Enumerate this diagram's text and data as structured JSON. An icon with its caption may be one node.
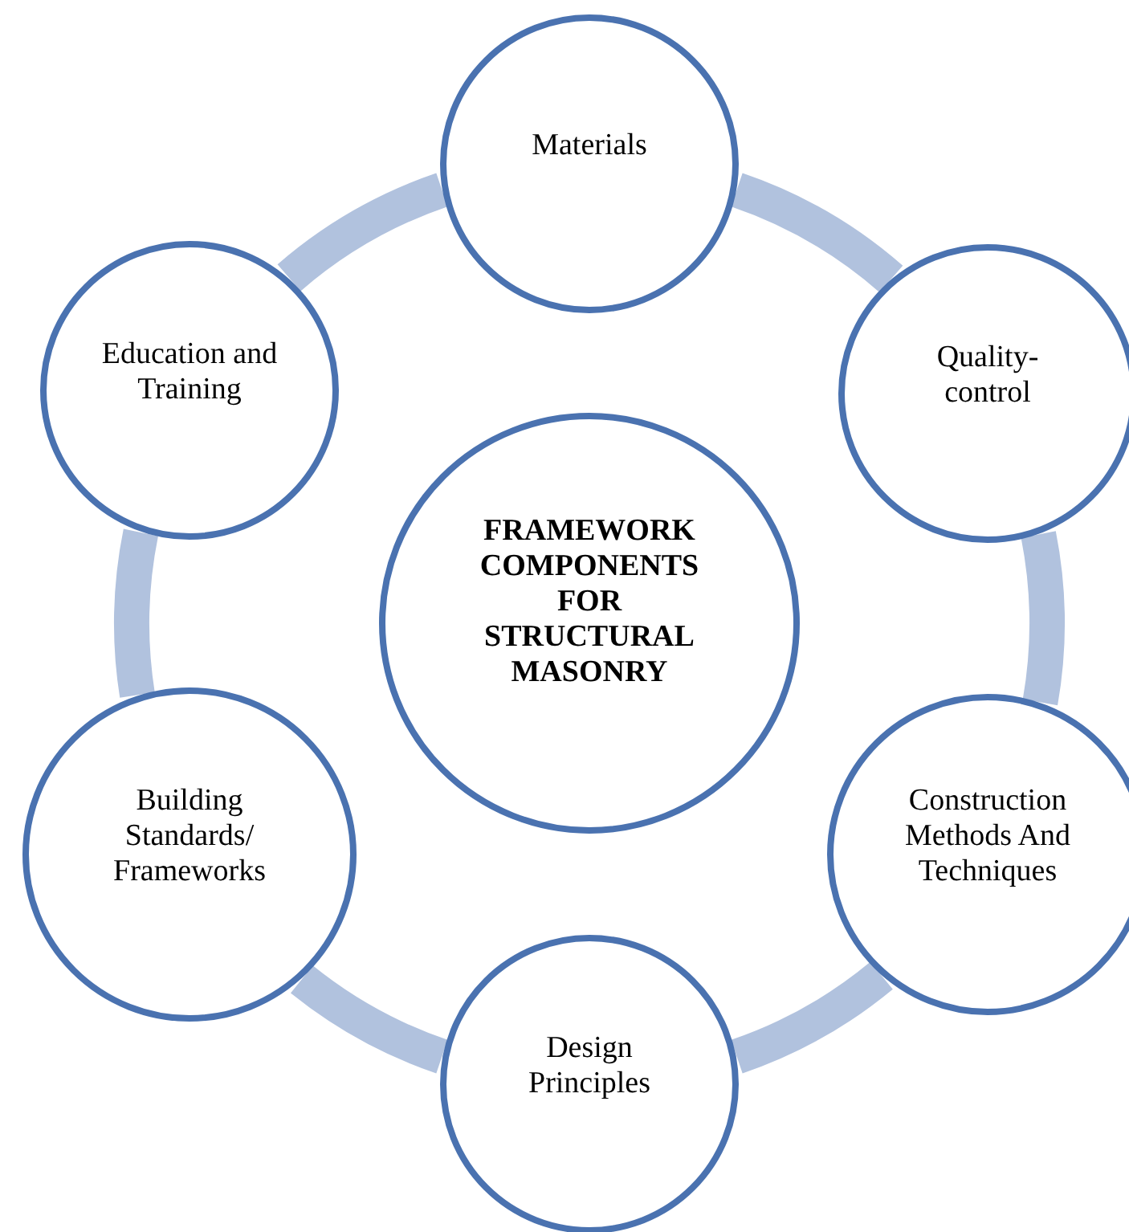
{
  "diagram": {
    "nodes": [
      {
        "text": [
          "Materials"
        ]
      },
      {
        "text": [
          "Education and Training"
        ]
      },
      {
        "text": [
          "Quality- control"
        ]
      },
      {
        "text": [
          "FRAMEWORK COMPONENTS FOR STRUCTURAL MASONRY"
        ]
      },
      {
        "text": [
          "Building Standards/ Frameworks"
        ]
      },
      {
        "text": [
          "Construction Methods And Techniques"
        ]
      },
      {
        "text": [
          "Design Principles"
        ]
      }
    ],
    "edges": [
      {
        "from": 0,
        "to": 2,
        "arrow": "none"
      },
      {
        "from": 2,
        "to": 5,
        "arrow": "none"
      },
      {
        "from": 5,
        "to": 6,
        "arrow": "none"
      },
      {
        "from": 6,
        "to": 4,
        "arrow": "none"
      },
      {
        "from": 4,
        "to": 1,
        "arrow": "none"
      },
      {
        "from": 1,
        "to": 0,
        "arrow": "none"
      }
    ]
  }
}
